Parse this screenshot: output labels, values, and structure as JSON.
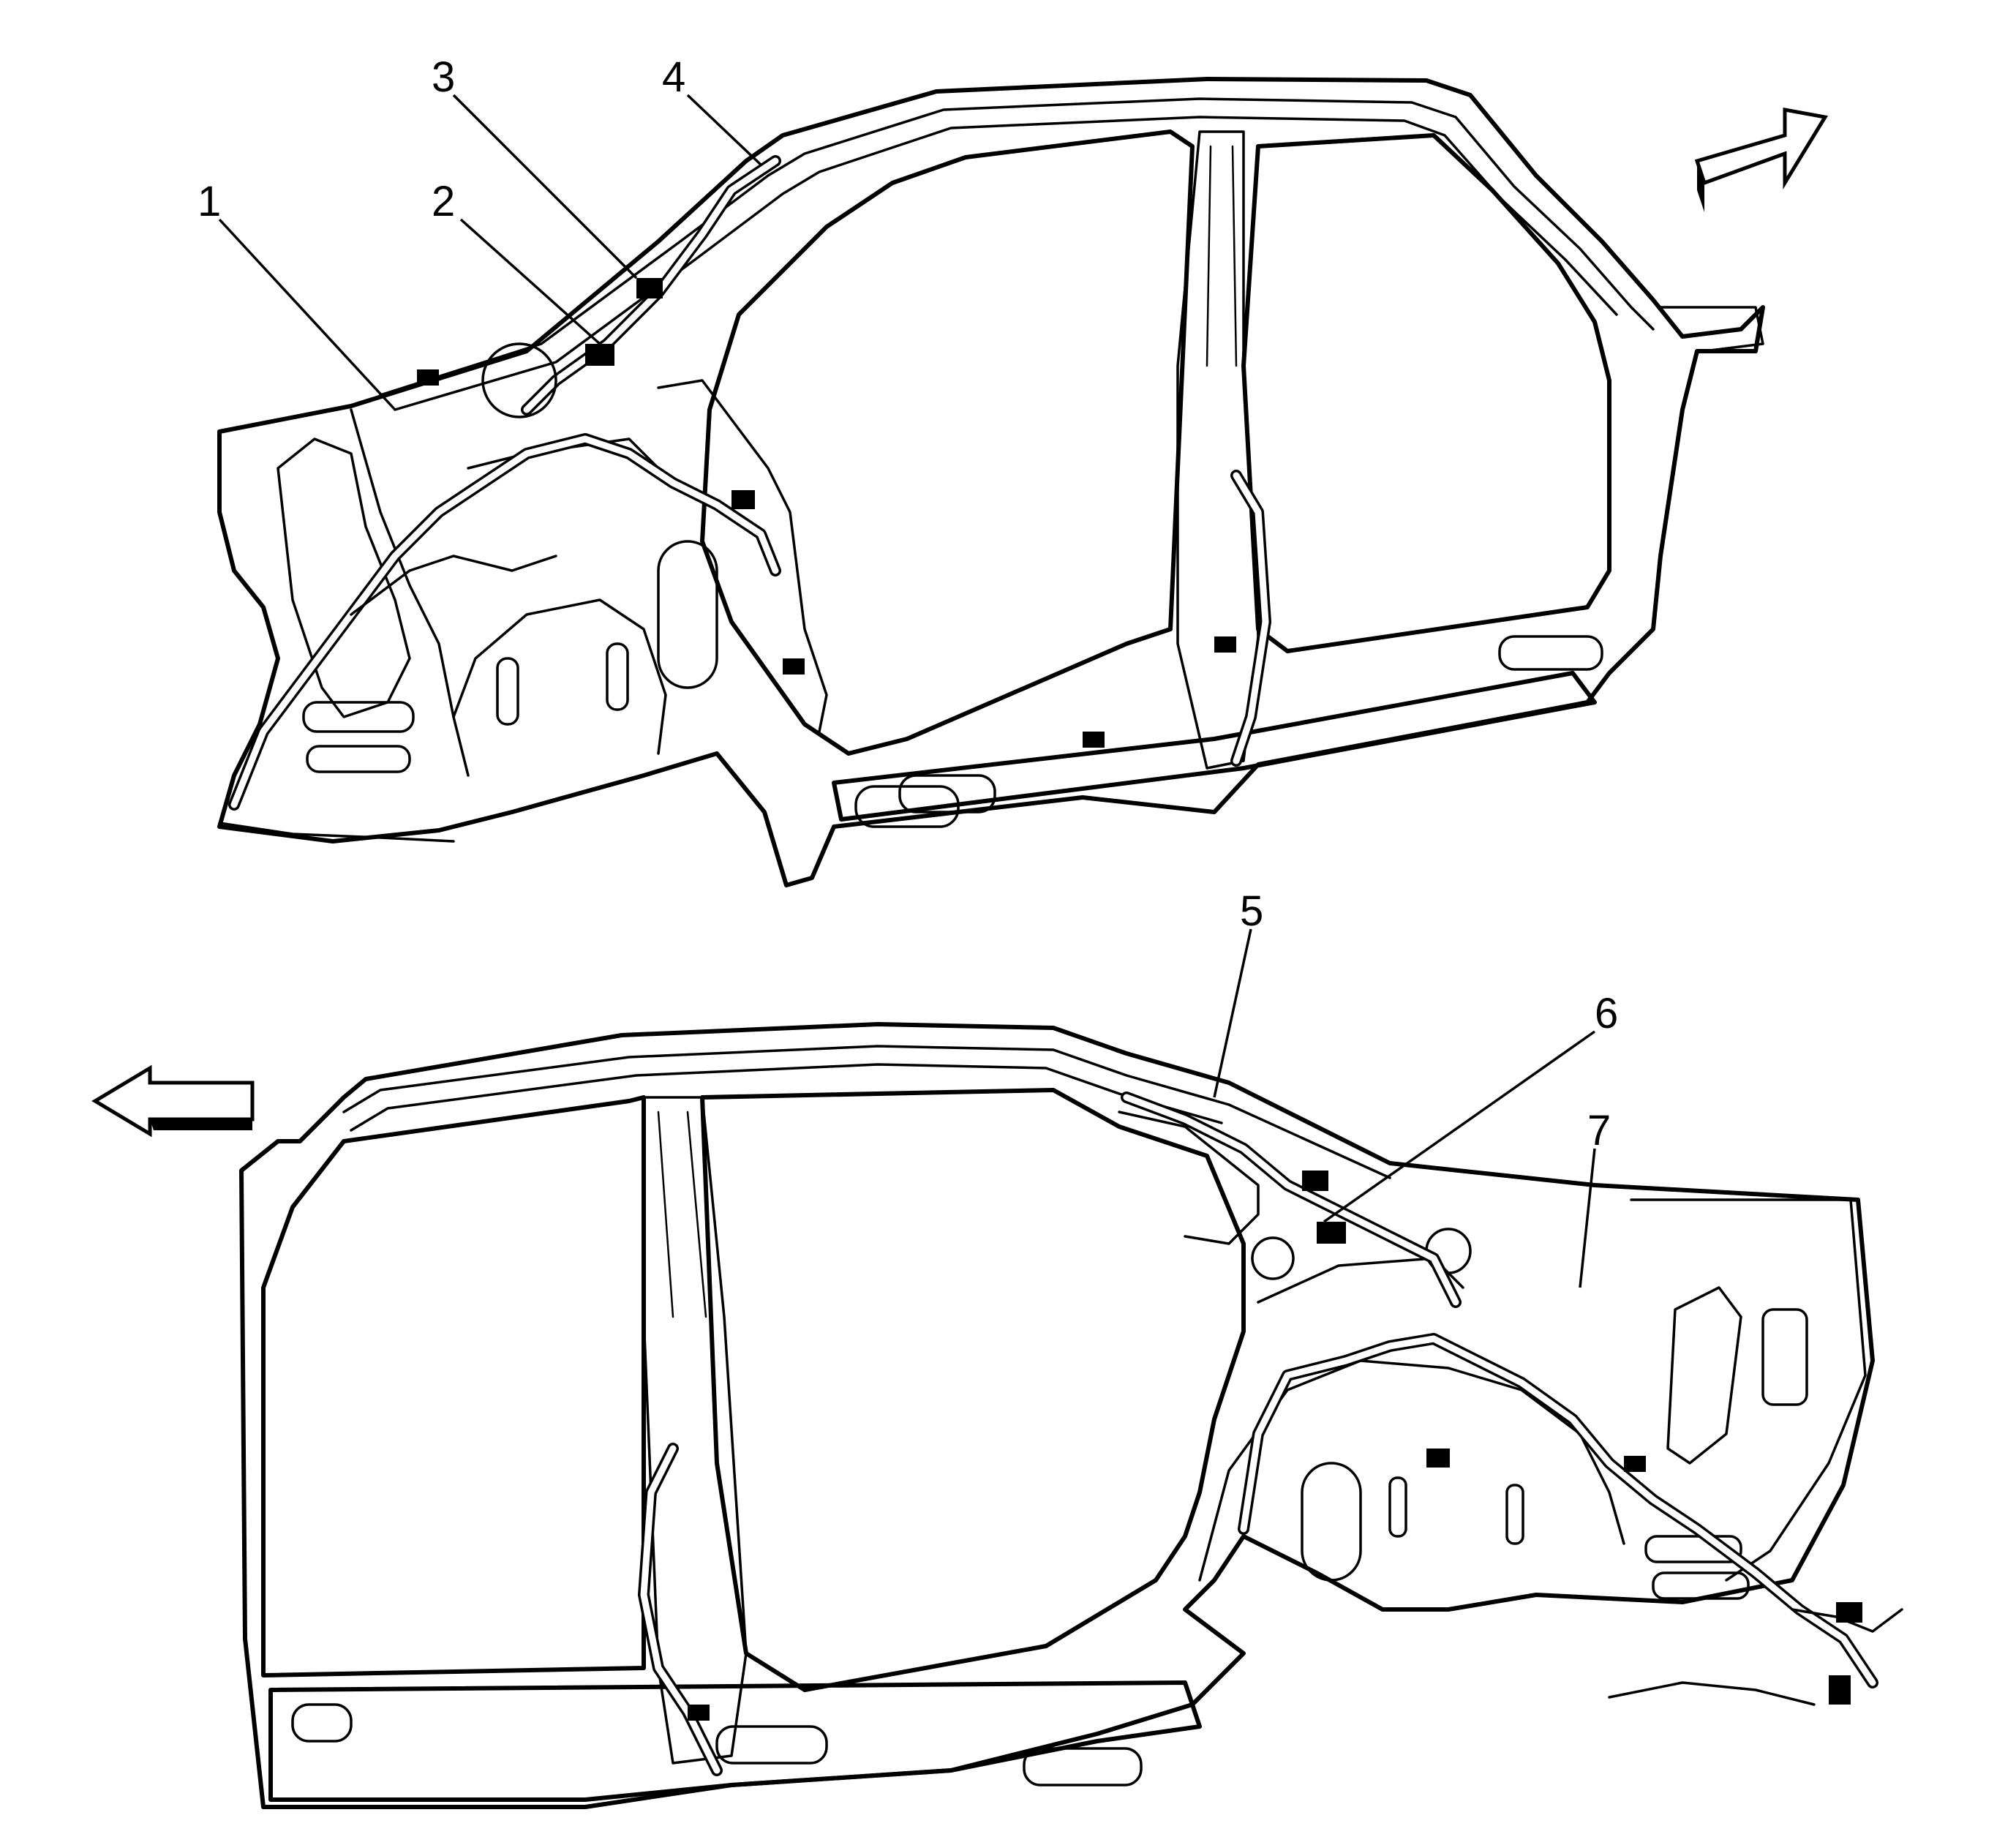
{
  "callouts": [
    {
      "id": "1",
      "label": "1"
    },
    {
      "id": "2",
      "label": "2"
    },
    {
      "id": "3",
      "label": "3"
    },
    {
      "id": "4",
      "label": "4"
    },
    {
      "id": "5",
      "label": "5"
    },
    {
      "id": "6",
      "label": "6"
    },
    {
      "id": "7",
      "label": "7"
    }
  ],
  "arrows": [
    {
      "id": "forward-arrow-top",
      "direction": "up-right"
    },
    {
      "id": "forward-arrow-bottom",
      "direction": "left"
    }
  ],
  "colors": {
    "line": "#000000",
    "background": "#ffffff"
  }
}
